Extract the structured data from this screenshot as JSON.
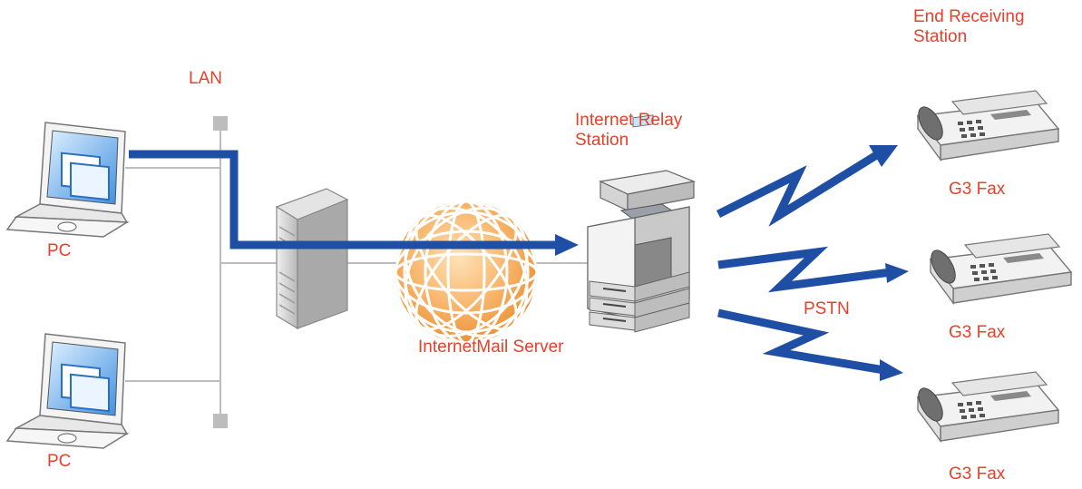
{
  "colors": {
    "label": "#e8402a",
    "flow": "#1f4fa5",
    "lan_line": "#bdbdbd",
    "globe": "#f2a14a"
  },
  "labels": {
    "lan": "LAN",
    "pc_top": "PC",
    "pc_bottom": "PC",
    "mail_server": "InternetMail Server",
    "relay_line1": "Internet Relay",
    "relay_line2": "Station",
    "end_line1": "End Receiving",
    "end_line2": "Station",
    "pstn": "PSTN",
    "fax_top": "G3 Fax",
    "fax_middle": "G3 Fax",
    "fax_bottom": "G3 Fax"
  },
  "icons": {
    "pc": "laptop-icon",
    "server": "server-tower-icon",
    "internet": "globe-icon",
    "relay": "multifunction-printer-icon",
    "fax": "fax-machine-icon",
    "link": "lightning-arrow-icon"
  }
}
